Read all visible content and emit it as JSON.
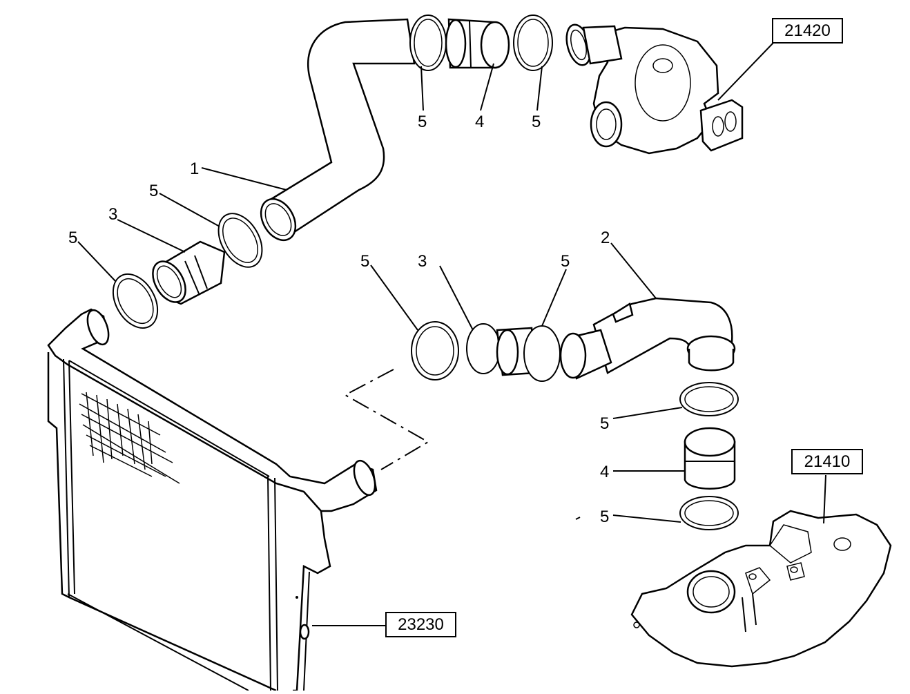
{
  "diagram": {
    "callouts": {
      "hose1_label": "1",
      "hose2_label": "2",
      "sleeve3_left_label": "3",
      "sleeve3_mid_label": "3",
      "sleeve4_top_label": "4",
      "sleeve4_right_label": "4",
      "clamp5_labels": [
        "5",
        "5",
        "5",
        "5",
        "5",
        "5",
        "5",
        "5"
      ]
    },
    "references": {
      "turbocharger": "21420",
      "intake_manifold": "21410",
      "intercooler": "23230"
    }
  }
}
